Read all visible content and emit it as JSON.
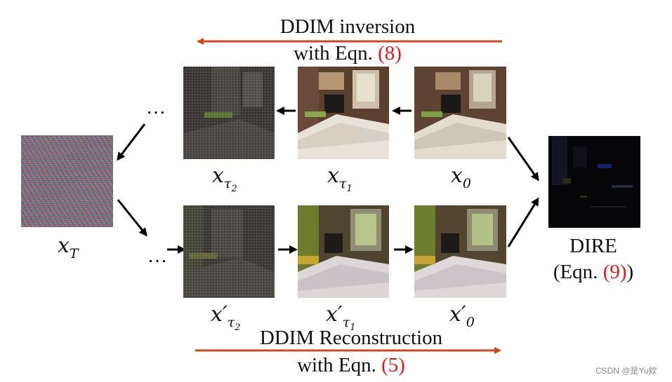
{
  "top_caption": {
    "line1": "DDIM inversion",
    "line2_prefix": "with Eqn. ",
    "line2_ref": "(8)"
  },
  "bottom_caption": {
    "line1": "DDIM Reconstruction",
    "line2_prefix": "with Eqn. ",
    "line2_ref": "(5)"
  },
  "dire_caption": {
    "line1": "DIRE",
    "line2_prefix": "(Eqn. ",
    "line2_ref": "(9)",
    "line2_suffix": ")"
  },
  "labels": {
    "x_T": {
      "base": "x",
      "sub": "T"
    },
    "x_tau2": {
      "base": "x",
      "sub": "τ",
      "subsub": "2"
    },
    "x_tau1": {
      "base": "x",
      "sub": "τ",
      "subsub": "1"
    },
    "x_0": {
      "base": "x",
      "sub": "0"
    },
    "xp_tau2": {
      "base": "x′",
      "sub": "τ",
      "subsub": "2"
    },
    "xp_tau1": {
      "base": "x′",
      "sub": "τ",
      "subsub": "1"
    },
    "xp_0": {
      "base": "x′",
      "sub": "0"
    }
  },
  "ellipsis": "…",
  "watermark": "CSDN @是Yu欸",
  "colors": {
    "orange_arrow": "#d2461b",
    "ref_red": "#e01a1a",
    "black_arrow": "#000000"
  }
}
